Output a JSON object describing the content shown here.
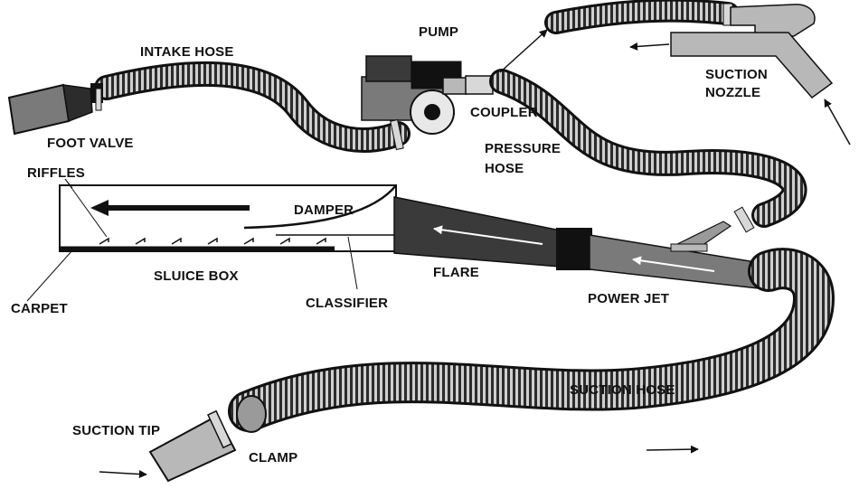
{
  "labels": {
    "intake_hose": "INTAKE HOSE",
    "pump": "PUMP",
    "suction_nozzle_line1": "SUCTION",
    "suction_nozzle_line2": "NOZZLE",
    "foot_valve": "FOOT VALVE",
    "coupler": "COUPLER",
    "pressure_hose_line1": "PRESSURE",
    "pressure_hose_line2": "HOSE",
    "riffles": "RIFFLES",
    "damper": "DAMPER",
    "flare": "FLARE",
    "sluice_box": "SLUICE BOX",
    "power_jet": "POWER JET",
    "carpet": "CARPET",
    "classifier": "CLASSIFIER",
    "suction_hose": "SUCTION HOSE",
    "suction_tip": "SUCTION TIP",
    "clamp": "CLAMP"
  },
  "colors": {
    "ink": "#111111",
    "dark_gray": "#3a3a3a",
    "mid_gray": "#7a7a7a",
    "light_gray": "#b8b8b8",
    "hose_ring": "#cfcfcf"
  }
}
